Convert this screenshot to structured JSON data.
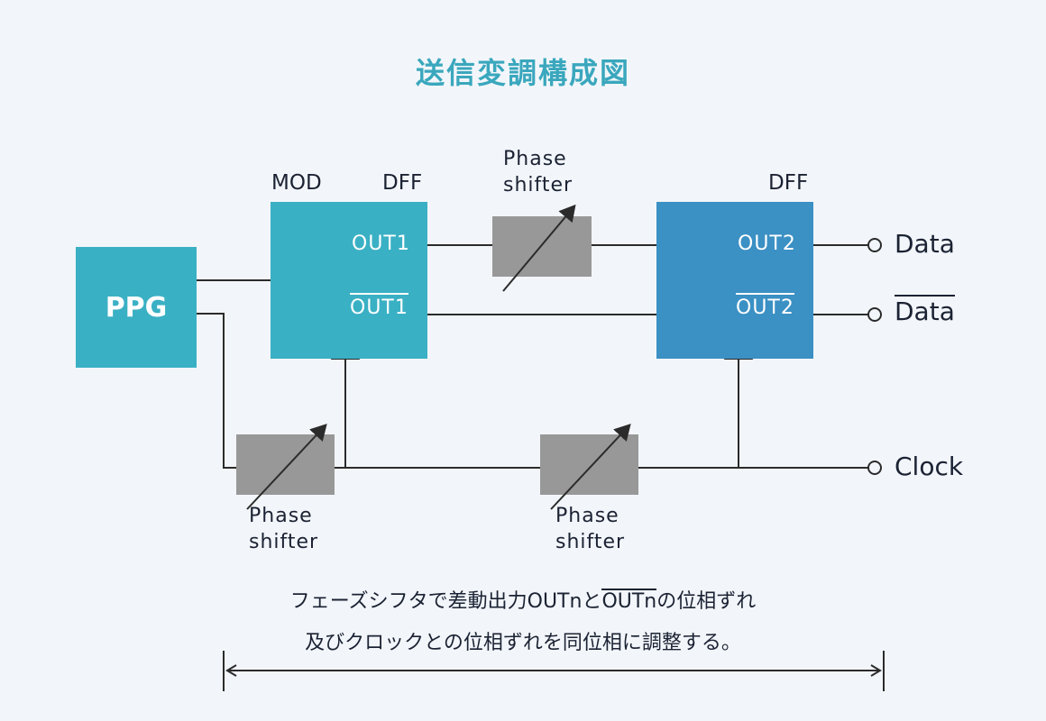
{
  "title": "送信変調構成図",
  "blocks": {
    "ppg": "PPG",
    "mod_label": "MOD",
    "dff1_label": "DFF",
    "dff2_label": "DFF",
    "out1": "OUT1",
    "out1_bar": "OUT1",
    "out2": "OUT2",
    "out2_bar": "OUT2"
  },
  "phase_shifter": {
    "line1": "Phase",
    "line2": "shifter"
  },
  "terminals": {
    "data": "Data",
    "data_bar": "Data",
    "clock": "Clock"
  },
  "caption": {
    "line1_a": "フェーズシフタで差動出力OUTnと",
    "line1_b": "OUTn",
    "line1_c": "の位相ずれ",
    "line2": "及びクロックとの位相ずれを同位相に調整する。"
  },
  "colors": {
    "title": "#3aa7bd",
    "cyan_block": "#3ab0c4",
    "blue_block": "#3b90c4",
    "phase_shifter": "#989898",
    "line": "#2b2b2b"
  }
}
